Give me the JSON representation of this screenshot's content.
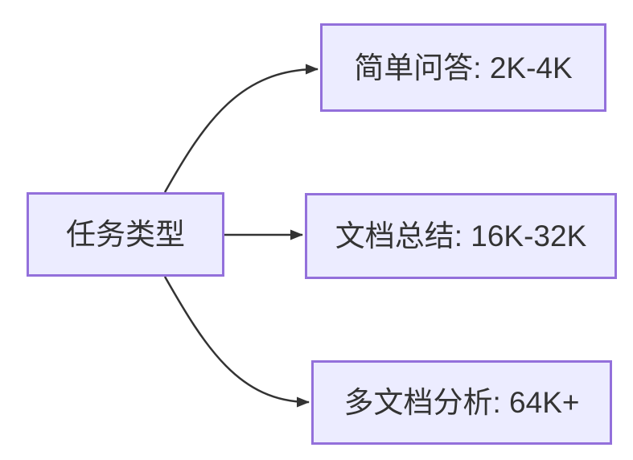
{
  "diagram": {
    "type": "flowchart",
    "direction": "left-to-right",
    "root": {
      "label": "任务类型"
    },
    "branches": [
      {
        "label": "简单问答: 2K-4K"
      },
      {
        "label": "文档总结: 16K-32K"
      },
      {
        "label": "多文档分析: 64K+"
      }
    ],
    "edges": [
      {
        "from": "任务类型",
        "to": "简单问答: 2K-4K"
      },
      {
        "from": "任务类型",
        "to": "文档总结: 16K-32K"
      },
      {
        "from": "任务类型",
        "to": "多文档分析: 64K+"
      }
    ],
    "colors": {
      "node_fill": "#ECECFF",
      "node_border": "#9370DB",
      "text": "#333333",
      "edge": "#333333",
      "background": "#FFFFFF"
    }
  }
}
